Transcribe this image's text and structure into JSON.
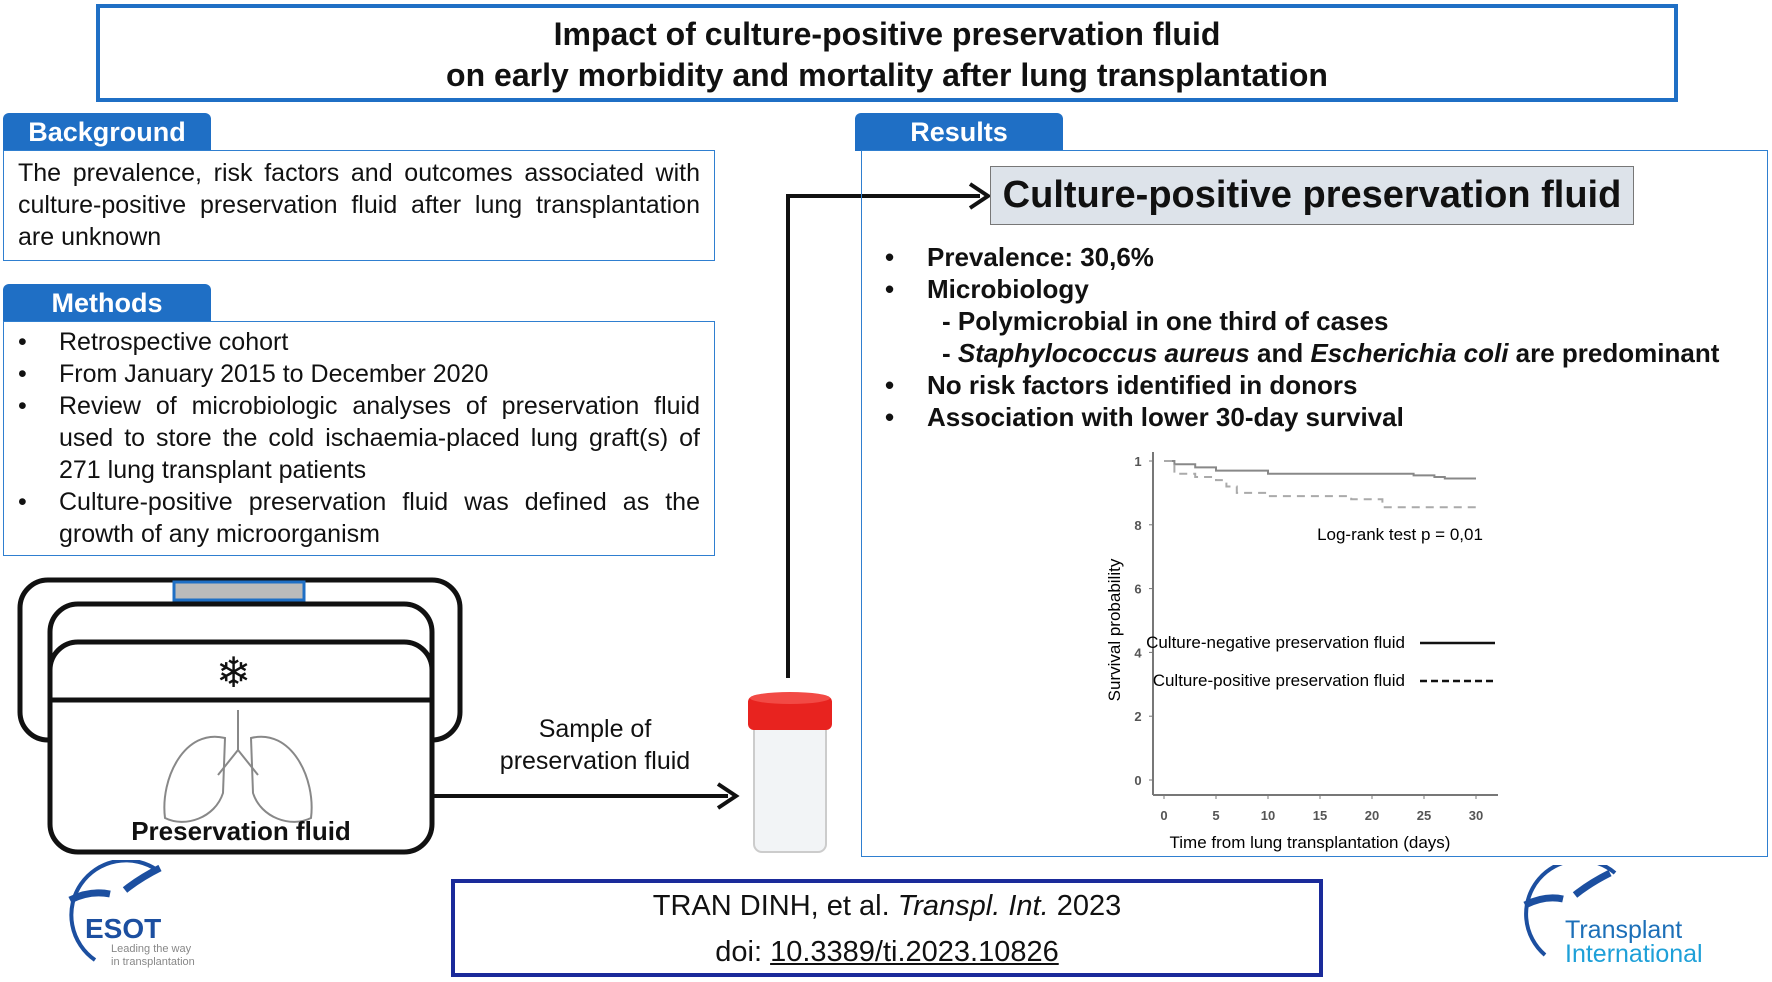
{
  "title": {
    "line1": "Impact of culture-positive preservation fluid",
    "line2": "on early morbidity and mortality after lung transplantation"
  },
  "background": {
    "label": "Background",
    "text": "The prevalence, risk factors and outcomes associated with culture-positive preservation fluid after lung transplantation are unknown"
  },
  "methods": {
    "label": "Methods",
    "items": [
      "Retrospective cohort",
      "From January 2015 to December 2020",
      "Review of microbiologic analyses of preservation fluid used to store the cold ischaemia-placed lung graft(s) of 271 lung transplant patients",
      "Culture-positive preservation fluid was defined as the growth of any microorganism"
    ]
  },
  "illustration": {
    "cooler_label": "Preservation fluid",
    "arrow_label": "Sample of preservation fluid",
    "snowflake": "❄"
  },
  "results": {
    "label": "Results",
    "heading": "Culture-positive preservation fluid",
    "prevalence": "Prevalence: 30,6%",
    "microbiology": "Microbiology",
    "sub1": "- Polymicrobial in one third of cases",
    "sub2_a": "Staphylococcus aureus",
    "sub2_b": " and ",
    "sub2_c": "Escherichia coli",
    "sub2_d": " are predominant",
    "risk": "No risk factors identified in donors",
    "survival": "Association with lower 30-day survival"
  },
  "chart_data": {
    "type": "line",
    "title": "",
    "xlabel": "Time from lung transplantation (days)",
    "ylabel": "Survival probability",
    "xlim": [
      0,
      30
    ],
    "ylim": [
      0,
      1
    ],
    "xticks": [
      "0",
      "5",
      "10",
      "15",
      "20",
      "25",
      "30"
    ],
    "yticks": [
      "0",
      "2",
      "4",
      "6",
      "8",
      "1"
    ],
    "annotation": "Log-rank test p = 0,01",
    "legend_placement": "center-right",
    "series": [
      {
        "name": "Culture-negative preservation fluid",
        "style": "solid",
        "x": [
          0,
          1,
          3,
          5,
          10,
          24,
          26,
          27,
          30
        ],
        "y": [
          1,
          0.99,
          0.98,
          0.97,
          0.96,
          0.955,
          0.95,
          0.945,
          0.945
        ]
      },
      {
        "name": "Culture-positive preservation fluid",
        "style": "dashed",
        "x": [
          0,
          1,
          3,
          5,
          6,
          7,
          10,
          18,
          21,
          30
        ],
        "y": [
          1,
          0.96,
          0.95,
          0.94,
          0.92,
          0.9,
          0.89,
          0.88,
          0.855,
          0.855
        ]
      }
    ]
  },
  "citation": {
    "authors": "TRAN DINH, et al. ",
    "journal": "Transpl. Int.",
    "year": " 2023",
    "doi_label": "doi: ",
    "doi": "10.3389/ti.2023.10826"
  },
  "logos": {
    "esot": "ESOT",
    "esot_tag1": "Leading the way",
    "esot_tag2": "in transplantation",
    "ti1": "Transplant",
    "ti2": "International"
  },
  "colors": {
    "accent": "#1f6fc5",
    "cite_border": "#1a2a9a",
    "jar_cap": "#e8231f"
  }
}
